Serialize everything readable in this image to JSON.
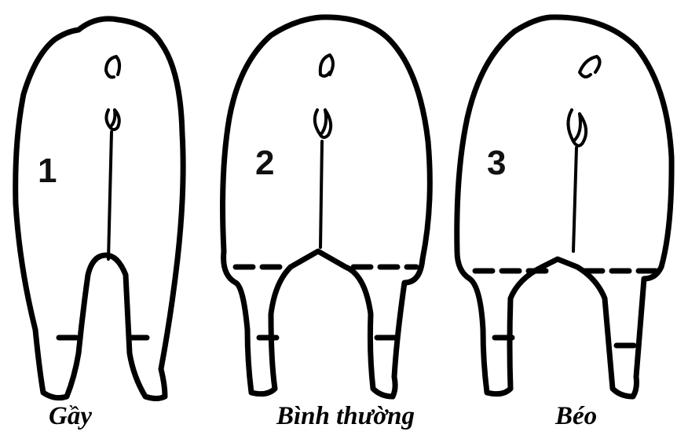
{
  "figures": [
    {
      "number": "1",
      "caption": "Gầy"
    },
    {
      "number": "2",
      "caption": "Bình thường"
    },
    {
      "number": "3",
      "caption": "Béo"
    }
  ]
}
